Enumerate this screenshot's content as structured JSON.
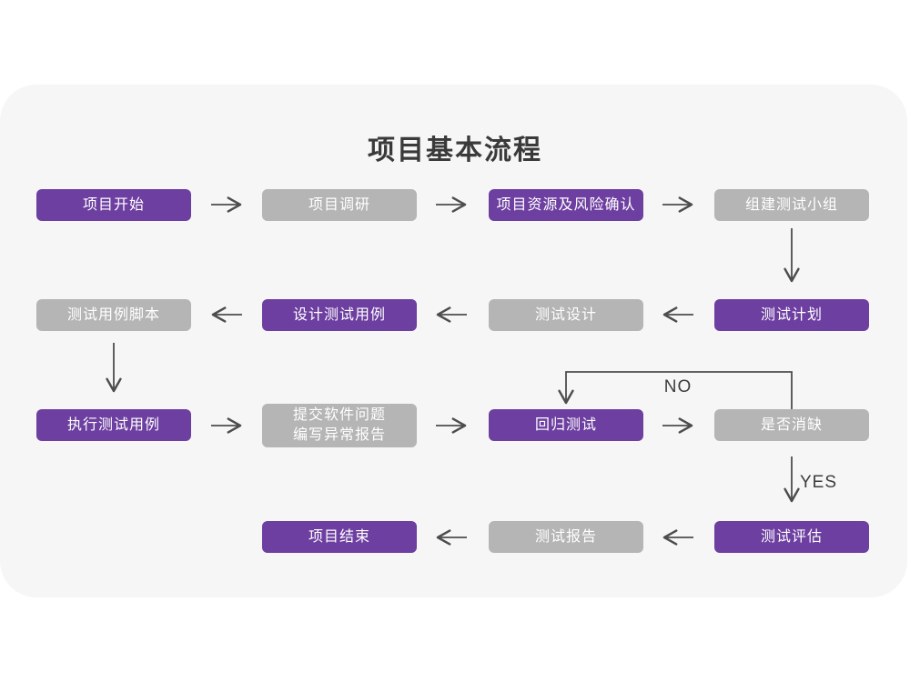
{
  "title": "项目基本流程",
  "colors": {
    "page_bg": "#ffffff",
    "card_bg": "#f6f6f6",
    "node_purple": "#6D3FA0",
    "node_gray": "#b5b5b5",
    "node_text": "#ffffff",
    "arrow": "#4d4d4d",
    "title_text": "#3a3a3a"
  },
  "nodes": [
    {
      "id": "project-start",
      "label": "项目开始",
      "variant": "purple"
    },
    {
      "id": "project-research",
      "label": "项目调研",
      "variant": "gray"
    },
    {
      "id": "resource-risk-confirm",
      "label": "项目资源及风险确认",
      "variant": "purple"
    },
    {
      "id": "build-test-team",
      "label": "组建测试小组",
      "variant": "gray"
    },
    {
      "id": "test-plan",
      "label": "测试计划",
      "variant": "purple"
    },
    {
      "id": "test-design",
      "label": "测试设计",
      "variant": "gray"
    },
    {
      "id": "design-test-cases",
      "label": "设计测试用例",
      "variant": "purple"
    },
    {
      "id": "test-case-script",
      "label": "测试用例脚本",
      "variant": "gray"
    },
    {
      "id": "execute-test-cases",
      "label": "执行测试用例",
      "variant": "purple"
    },
    {
      "id": "submit-issues-report",
      "label": "提交软件问题\n编写异常报告",
      "variant": "gray"
    },
    {
      "id": "regression-test",
      "label": "回归测试",
      "variant": "purple"
    },
    {
      "id": "defect-resolved",
      "label": "是否消缺",
      "variant": "gray"
    },
    {
      "id": "test-evaluation",
      "label": "测试评估",
      "variant": "purple"
    },
    {
      "id": "test-report",
      "label": "测试报告",
      "variant": "gray"
    },
    {
      "id": "project-end",
      "label": "项目结束",
      "variant": "purple"
    }
  ],
  "edge_labels": {
    "no": "NO",
    "yes": "YES"
  }
}
